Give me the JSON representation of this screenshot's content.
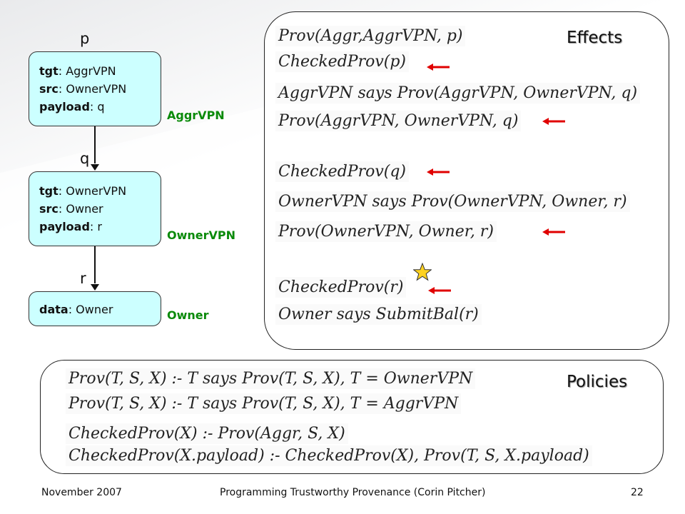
{
  "slide": {
    "label_p": "p",
    "label_q": "q",
    "label_r": "r",
    "messages": [
      {
        "k1": "tgt",
        "v1": ": AggrVPN",
        "k2": "src",
        "v2": ": OwnerVPN",
        "k3": "payload",
        "v3": ": q"
      },
      {
        "k1": "tgt",
        "v1": ": OwnerVPN",
        "k2": "src",
        "v2": ": Owner",
        "k3": "payload",
        "v3": ": r"
      },
      {
        "k1": "data",
        "v1": ": Owner"
      }
    ],
    "principals": [
      "AggrVPN",
      "OwnerVPN",
      "Owner"
    ]
  },
  "effects": {
    "heading": "Effects",
    "formulas": [
      "Prov(Aggr,AggrVPN, p)",
      "CheckedProv(p)",
      "AggrVPN says Prov(AggrVPN, OwnerVPN, q)",
      "Prov(AggrVPN, OwnerVPN, q)",
      "CheckedProv(q)",
      "OwnerVPN says Prov(OwnerVPN, Owner, r)",
      "Prov(OwnerVPN, Owner, r)",
      "CheckedProv(r)",
      "Owner says SubmitBal(r)"
    ]
  },
  "policies": {
    "heading": "Policies",
    "formulas": [
      "Prov(T, S, X) :- T says Prov(T, S, X), T = OwnerVPN",
      "Prov(T, S, X) :- T says Prov(T, S, X), T = AggrVPN",
      "CheckedProv(X) :- Prov(Aggr, S, X)",
      "CheckedProv(X.payload) :- CheckedProv(X), Prov(T, S, X.payload)"
    ]
  },
  "colors": {
    "message_fill": "#ccffff",
    "principal": "#0a8a0a",
    "arrow": "#e00000",
    "star": "#ffd21f"
  },
  "footer": {
    "date": "November 2007",
    "title": "Programming Trustworthy Provenance (Corin Pitcher)",
    "page": "22"
  }
}
